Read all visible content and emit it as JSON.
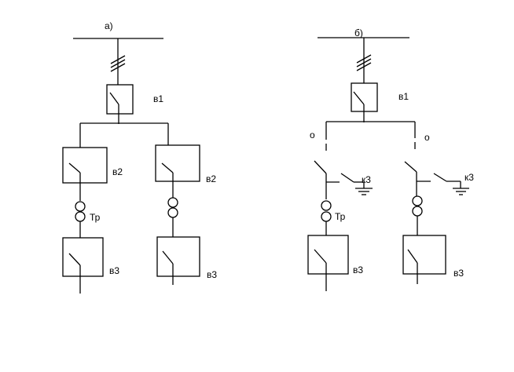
{
  "diagram": {
    "left": {
      "label": "а)",
      "breaker_top": "в1",
      "breaker_mid_left": "в2",
      "breaker_mid_right": "в2",
      "transformer": "Тр",
      "breaker_bottom_left": "в3",
      "breaker_bottom_right": "в3"
    },
    "right": {
      "label": "б)",
      "breaker_top": "в1",
      "disconnector_left": "о",
      "disconnector_right": "о",
      "short_circuiter_left": "к3",
      "short_circuiter_right": "к3",
      "transformer": "Тр",
      "breaker_bottom_left": "в3",
      "breaker_bottom_right": "в3"
    }
  }
}
